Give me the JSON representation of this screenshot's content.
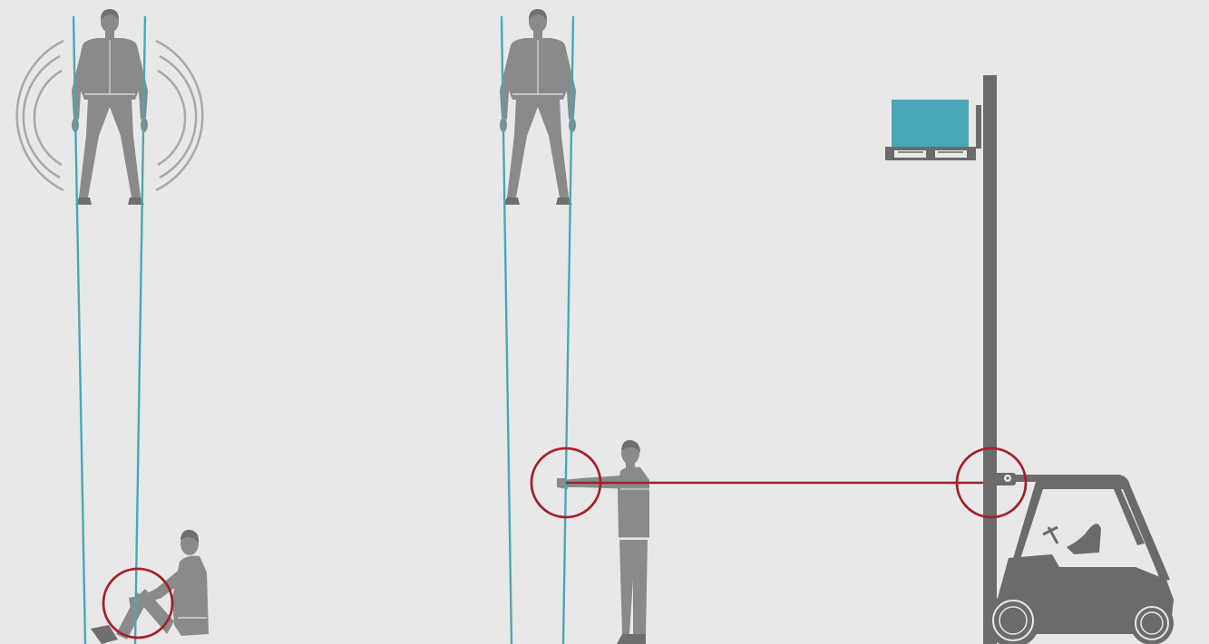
{
  "colors": {
    "background": "#e8e8e8",
    "person": "#8a8a8a",
    "person_dark": "#7b7b7b",
    "sensor_beam": "#4aa8b5",
    "detection_ring": "#a3222d",
    "signal_waves": "#a8a8a8",
    "forklift": "#6b6b6b",
    "pallet_load": "#46a7b5"
  },
  "scenes": [
    {
      "name": "standing-person-signal-with-sitting-person",
      "figures": [
        "person-standing",
        "signal-waves",
        "person-sitting"
      ],
      "detection": "sitting-person-knees"
    },
    {
      "name": "standing-person-with-arm-extended-person",
      "figures": [
        "person-standing",
        "person-arm-extended"
      ],
      "detection": "extended-hand"
    },
    {
      "name": "forklift-with-raised-load",
      "figures": [
        "forklift",
        "mast",
        "pallet-load"
      ],
      "detection": "fork-sensor"
    }
  ]
}
